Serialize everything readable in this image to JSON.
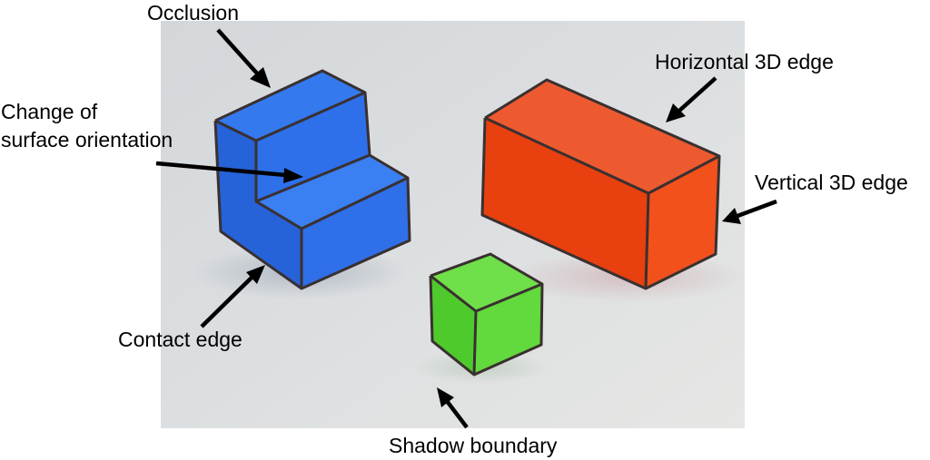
{
  "labels": {
    "occlusion": "Occlusion",
    "surface_orientation_line1": "Change of",
    "surface_orientation_line2": "surface orientation",
    "contact_edge": "Contact edge",
    "horizontal_3d_edge": "Horizontal 3D edge",
    "vertical_3d_edge": "Vertical 3D edge",
    "shadow_boundary": "Shadow boundary"
  },
  "colors": {
    "background_photo": "#d9dcdf",
    "blue_block": "#2f6fe8",
    "orange_block": "#f0491c",
    "green_cube": "#5fd83a",
    "edge_lines": "#3a3030",
    "arrows": "#000000"
  }
}
